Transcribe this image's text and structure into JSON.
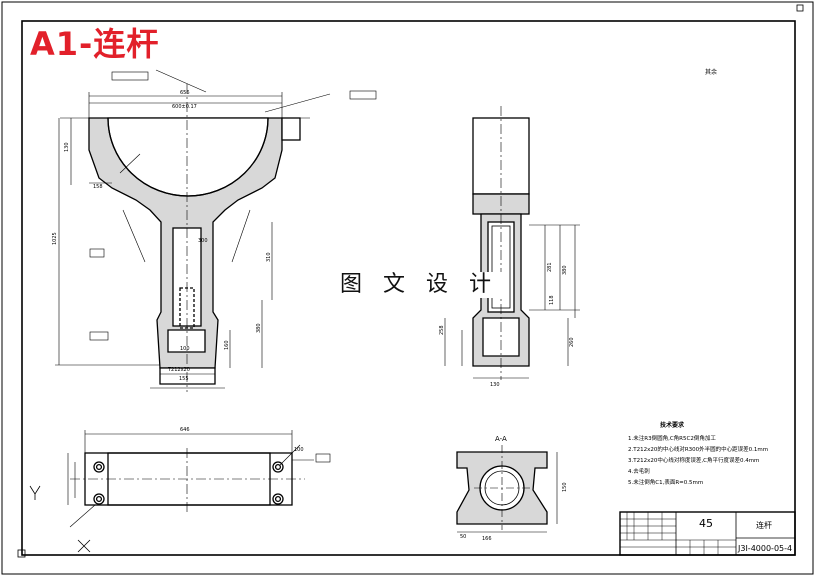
{
  "sheet_title": "A1-连杆",
  "watermark": "图 文 设 计",
  "roughness_note": "其余",
  "section_label": "A-A",
  "tech_requirements": {
    "heading": "技术要求",
    "items": [
      "1.未注R3倒圆角,C角R5C2倒角加工",
      "2.T212x20的中心线对R300外半圆的中心距误差0.1mm",
      "3.T212x20中心线对称度误差,C角平行度误差0.4mm",
      "4.去毛刺",
      "5.未注倒角C1,表面R=0.5mm"
    ]
  },
  "title_block": {
    "material": "45",
    "part_name": "连杆",
    "drawing_no": "J3I-4000-05-4"
  },
  "dimensions": {
    "top_width": "656",
    "top_inner": "600±0.17",
    "height_left": "130",
    "overall_height": "1025",
    "base_width": "158",
    "mid_width": "300",
    "lower_h1": "310",
    "lower_h2": "380",
    "bottom_h": "160",
    "bottom_w1": "100",
    "bottom_w2": "155",
    "slot": "T212x20",
    "side_h1": "380",
    "side_h2": "258",
    "side_h3": "281",
    "side_h4": "118",
    "side_h5": "260",
    "side_w": "130",
    "plan_width": "646",
    "plan_small": "100",
    "section_w1": "50",
    "section_w2": "166",
    "section_h": "150"
  }
}
